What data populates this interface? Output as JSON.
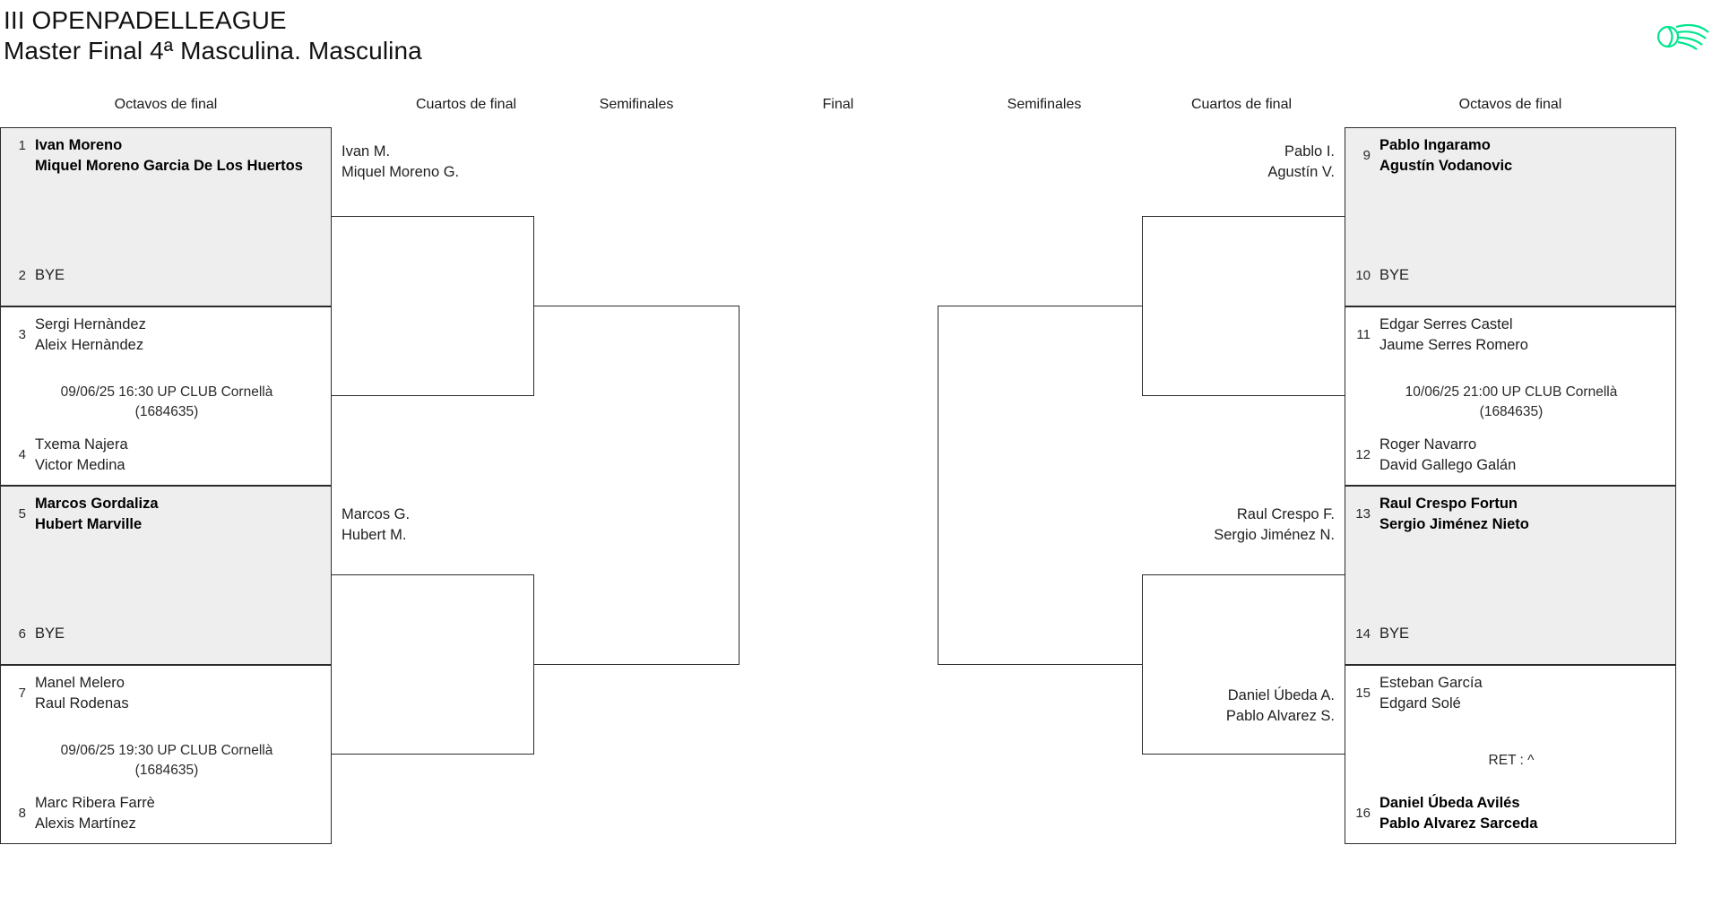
{
  "header": {
    "tournament": "III OPENPADELLEAGUE",
    "category": "Master Final 4ª Masculina. Masculina",
    "logo_name": "openpadelleague-logo",
    "logo_color": "#00e58e"
  },
  "rounds": {
    "left": [
      {
        "label": "Octavos de final"
      },
      {
        "label": "Cuartos de final"
      },
      {
        "label": "Semifinales"
      },
      {
        "label": "Final"
      }
    ],
    "right": [
      {
        "label": "Semifinales"
      },
      {
        "label": "Cuartos de final"
      },
      {
        "label": "Octavos de final"
      }
    ]
  },
  "bracket": {
    "left_r16": [
      {
        "top_seed": "1",
        "top_names": [
          "Ivan Moreno",
          "Miquel Moreno Garcia De Los Huertos"
        ],
        "top_winner": true,
        "bottom_seed": "2",
        "bottom_names": [
          "BYE"
        ],
        "bottom_winner": false,
        "shaded": true,
        "info": null
      },
      {
        "top_seed": "3",
        "top_names": [
          "Sergi Hernàndez",
          "Aleix Hernàndez"
        ],
        "top_winner": false,
        "bottom_seed": "4",
        "bottom_names": [
          "Txema Najera",
          "Victor Medina"
        ],
        "bottom_winner": false,
        "shaded": false,
        "info": [
          "09/06/25 16:30 UP CLUB Cornellà",
          "(1684635)"
        ]
      },
      {
        "top_seed": "5",
        "top_names": [
          "Marcos Gordaliza",
          "Hubert Marville"
        ],
        "top_winner": true,
        "bottom_seed": "6",
        "bottom_names": [
          "BYE"
        ],
        "bottom_winner": false,
        "shaded": true,
        "info": null
      },
      {
        "top_seed": "7",
        "top_names": [
          "Manel Melero",
          "Raul Rodenas"
        ],
        "top_winner": false,
        "bottom_seed": "8",
        "bottom_names": [
          "Marc Ribera Farrè",
          "Alexis Martínez"
        ],
        "bottom_winner": false,
        "shaded": false,
        "info": [
          "09/06/25 19:30 UP CLUB Cornellà",
          "(1684635)"
        ]
      }
    ],
    "right_r16": [
      {
        "top_seed": "9",
        "top_names": [
          "Pablo Ingaramo",
          "Agustín Vodanovic"
        ],
        "top_winner": true,
        "bottom_seed": "10",
        "bottom_names": [
          "BYE"
        ],
        "bottom_winner": false,
        "shaded": true,
        "info": null
      },
      {
        "top_seed": "11",
        "top_names": [
          "Edgar Serres Castel",
          "Jaume Serres Romero"
        ],
        "top_winner": false,
        "bottom_seed": "12",
        "bottom_names": [
          "Roger Navarro",
          "David Gallego Galán"
        ],
        "bottom_winner": false,
        "shaded": false,
        "info": [
          "10/06/25 21:00 UP CLUB Cornellà",
          "(1684635)"
        ]
      },
      {
        "top_seed": "13",
        "top_names": [
          "Raul Crespo Fortun",
          "Sergio Jiménez Nieto"
        ],
        "top_winner": true,
        "bottom_seed": "14",
        "bottom_names": [
          "BYE"
        ],
        "bottom_winner": false,
        "shaded": true,
        "info": null
      },
      {
        "top_seed": "15",
        "top_names": [
          "Esteban García",
          "Edgard Solé"
        ],
        "top_winner": false,
        "bottom_seed": "16",
        "bottom_names": [
          "Daniel Úbeda Avilés",
          "Pablo Alvarez Sarceda"
        ],
        "bottom_winner": true,
        "shaded": false,
        "info": [
          "RET : ^"
        ]
      }
    ],
    "left_qf": [
      {
        "names": [
          "Ivan M.",
          "Miquel Moreno G."
        ]
      },
      {
        "names": [
          "Marcos G.",
          "Hubert M."
        ]
      }
    ],
    "right_qf": [
      {
        "names": [
          "Pablo I.",
          "Agustín V."
        ]
      },
      {
        "names": [
          "Raul Crespo F.",
          "Sergio Jiménez N."
        ]
      },
      {
        "names": [
          "Daniel Úbeda A.",
          "Pablo Alvarez S."
        ]
      }
    ]
  }
}
